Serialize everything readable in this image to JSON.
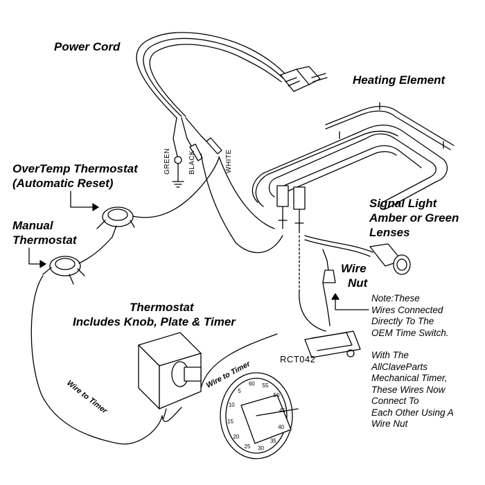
{
  "labels": {
    "power_cord": "Power Cord",
    "heating_element": "Heating Element",
    "overtemp_line1": "OverTemp Thermostat",
    "overtemp_line2": "(Automatic Reset)",
    "manual_line1": "Manual",
    "manual_line2": "Thermostat",
    "signal_line1": "Signal Light",
    "signal_line2": "Amber or Green",
    "signal_line3": "Lenses",
    "wire_nut_line1": "Wire",
    "wire_nut_line2": "Nut",
    "thermostat_line1": "Thermostat",
    "thermostat_line2": "Includes Knob, Plate & Timer",
    "part_number": "RCT042",
    "wire_green": "GREEN",
    "wire_black": "BLACK",
    "wire_white": "WHITE",
    "wire_to_timer_upper": "Wire to Timer",
    "wire_to_timer_lower": "Wire to Timer"
  },
  "note": {
    "line1": "Note:These",
    "line2": "Wires  Connected",
    "line3": "Directly To  The",
    "line4": "OEM Time Switch.",
    "line5": "With The",
    "line6": "AllClaveParts",
    "line7": "Mechanical Timer,",
    "line8": "These Wires Now",
    "line9": "Connect To",
    "line10": "Each Other Using A",
    "line11": "Wire Nut"
  },
  "dial_numbers": [
    "60",
    "55",
    "50",
    "45",
    "40",
    "35",
    "30",
    "25",
    "20",
    "15",
    "10",
    "5"
  ]
}
